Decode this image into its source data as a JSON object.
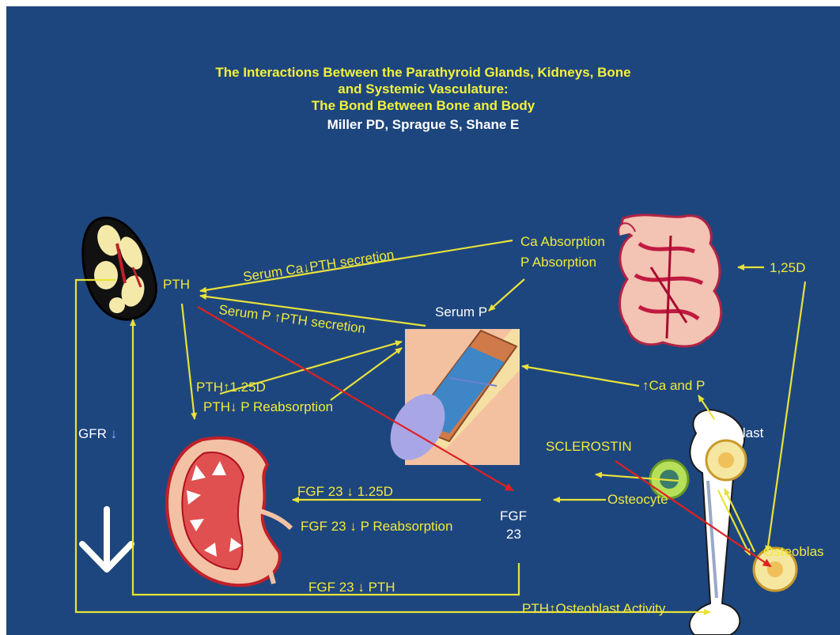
{
  "title": {
    "line1": "The Interactions Between the Parathyroid Glands, Kidneys, Bone",
    "line2": "and Systemic Vasculature:",
    "line3": "The Bond Between Bone and Body",
    "authors": "Miller PD, Sprague S, Shane E"
  },
  "labels": {
    "pth": "PTH",
    "serum_ca": "Serum Ca↓PTH secretion",
    "ca_absorption": "Ca Absorption",
    "p_absorption": "P Absorption",
    "serum_p_pth": "Serum P ↑PTH secretion",
    "serum_p": "Serum P",
    "calcitriol": "1,25D",
    "ca_and_p": "↑Ca and P",
    "pth_125d": "PTH↑1.25D",
    "pth_p_reabs": "PTH↓ P Reabsorption",
    "gfr": "GFR",
    "gfr_arrow": "↓",
    "osteoclast": "Osteoclast",
    "sclerostin": "SCLEROSTIN",
    "fgf_125d": "FGF 23 ↓ 1.25D",
    "fgf_p_reabs": "FGF 23 ↓ P Reabsorption",
    "fgf_line1": "FGF",
    "fgf_line2": "23",
    "osteocyte": "Osteocyte",
    "osteoblast": "Osteoblas",
    "fgf_pth": "FGF 23 ↓ PTH",
    "pth_osteoblast": "PTH↑Osteoblast Activity"
  },
  "colors": {
    "background": "#1e467e",
    "title": "#f2f23a",
    "label": "#f0ea3a",
    "arrow_yellow": "#e8e23a",
    "arrow_red": "#e02020"
  },
  "icons": [
    "parathyroid-gland-icon",
    "intestine-icon",
    "kidney-icon",
    "blood-vessel-icon",
    "bone-icon",
    "large-down-arrow-icon"
  ]
}
